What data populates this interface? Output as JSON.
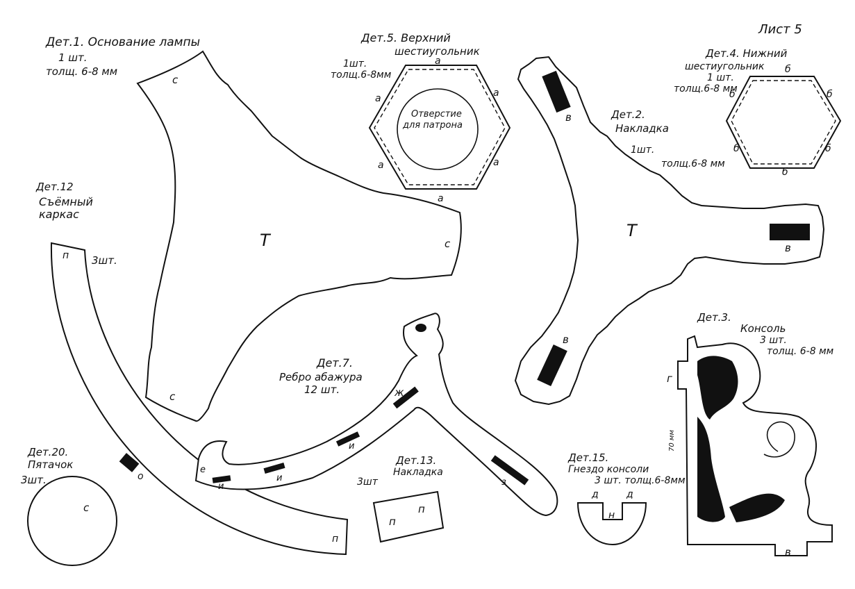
{
  "sheet": {
    "label": "Лист 5"
  },
  "details": {
    "d1": {
      "title": "Дет.1. Основание лампы",
      "qty": "1 шт.",
      "thick": "толщ. 6-8 мм",
      "marks": [
        "с",
        "с",
        "с",
        "Т"
      ]
    },
    "d5": {
      "title": "Дет.5. Верхний",
      "title2": "шестиугольник",
      "qty": "1шт.",
      "thick": "толщ.6-8мм",
      "hole": "Отверстие",
      "hole2": "для патрона",
      "edge": "а"
    },
    "d4": {
      "title": "Дет.4. Нижний",
      "title2": "шестиугольник",
      "qty": "1 шт.",
      "thick": "толщ.6-8 мм",
      "edge": "б"
    },
    "d2": {
      "title": "Дет.2.",
      "title2": "Накладка",
      "qty": "1шт.",
      "thick": "толщ.6-8 мм",
      "marks": [
        "в",
        "в",
        "в",
        "Т"
      ]
    },
    "d12": {
      "title": "Дет.12",
      "title2": "Съёмный",
      "title3": "каркас",
      "qty": "3шт.",
      "marks": [
        "п",
        "п",
        "о"
      ]
    },
    "d7": {
      "title": "Дет.7.",
      "title2": "Ребро абажура",
      "qty": "12 шт.",
      "marks": [
        "е",
        "и",
        "и",
        "и",
        "ж",
        "з"
      ]
    },
    "d13": {
      "title": "Дет.13.",
      "title2": "Накладка",
      "qty": "3шт",
      "marks": [
        "п",
        "п"
      ]
    },
    "d20": {
      "title": "Дет.20.",
      "title2": "Пятачок",
      "qty": "3шт.",
      "mark": "с"
    },
    "d15": {
      "title": "Дет.15.",
      "title2": "Гнездо консоли",
      "qty": "3 шт. толщ.6-8мм",
      "marks": [
        "д",
        "д",
        "н"
      ]
    },
    "d3": {
      "title": "Дет.3.",
      "title2": "Консоль",
      "qty": "3 шт.",
      "thick": "толщ. 6-8 мм",
      "marks": [
        "г",
        "в"
      ],
      "dim": "70 мм"
    }
  }
}
